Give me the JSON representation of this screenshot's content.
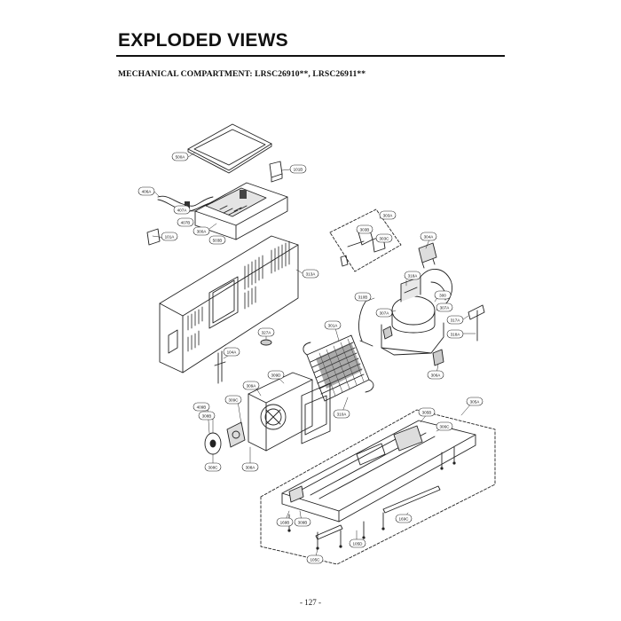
{
  "header": {
    "title": "EXPLODED VIEWS",
    "subtitle": "MECHANICAL COMPARTMENT: LRSC26910**, LRSC26911**"
  },
  "footer": {
    "page_number": "- 127 -"
  },
  "parts": {
    "p500A": "500A",
    "p101B": "101B",
    "p406A": "406A",
    "p407A": "407A",
    "p407B": "407B",
    "p300A": "300A",
    "p503B": "503B",
    "p101A": "101A",
    "p313A": "313A",
    "p303A": "303A",
    "p303B": "303B",
    "p303C": "303C",
    "p304A": "304A",
    "p318A": "318A",
    "p310B": "310B",
    "p300": "300",
    "p307A_left": "307A",
    "p307A_right": "307A",
    "p317A": "317A",
    "p318A_right": "318A",
    "p301A": "301A",
    "p327A": "327A",
    "p104A": "104A",
    "p309D": "309D",
    "p309A": "309A",
    "p309C": "309C",
    "p409B": "409B",
    "p308B": "308B",
    "p306A": "306A",
    "p310A": "310A",
    "p305A": "305A",
    "p305B": "305B",
    "p306C": "306C",
    "p308C": "308C",
    "p308A": "308A",
    "p169C": "169C",
    "p309B": "309B",
    "p105C": "105C",
    "p105D": "105D",
    "p169B": "169B"
  }
}
